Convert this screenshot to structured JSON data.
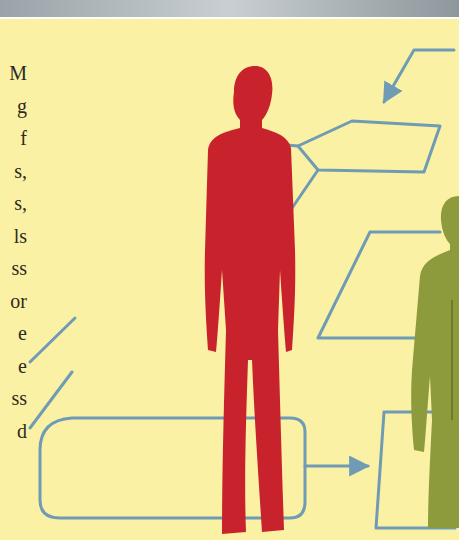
{
  "diagram": {
    "labels": [
      "M",
      "g",
      "f",
      "s,",
      "s,",
      "ls",
      "ss",
      "or",
      "e",
      "e",
      "ss",
      "d"
    ]
  }
}
